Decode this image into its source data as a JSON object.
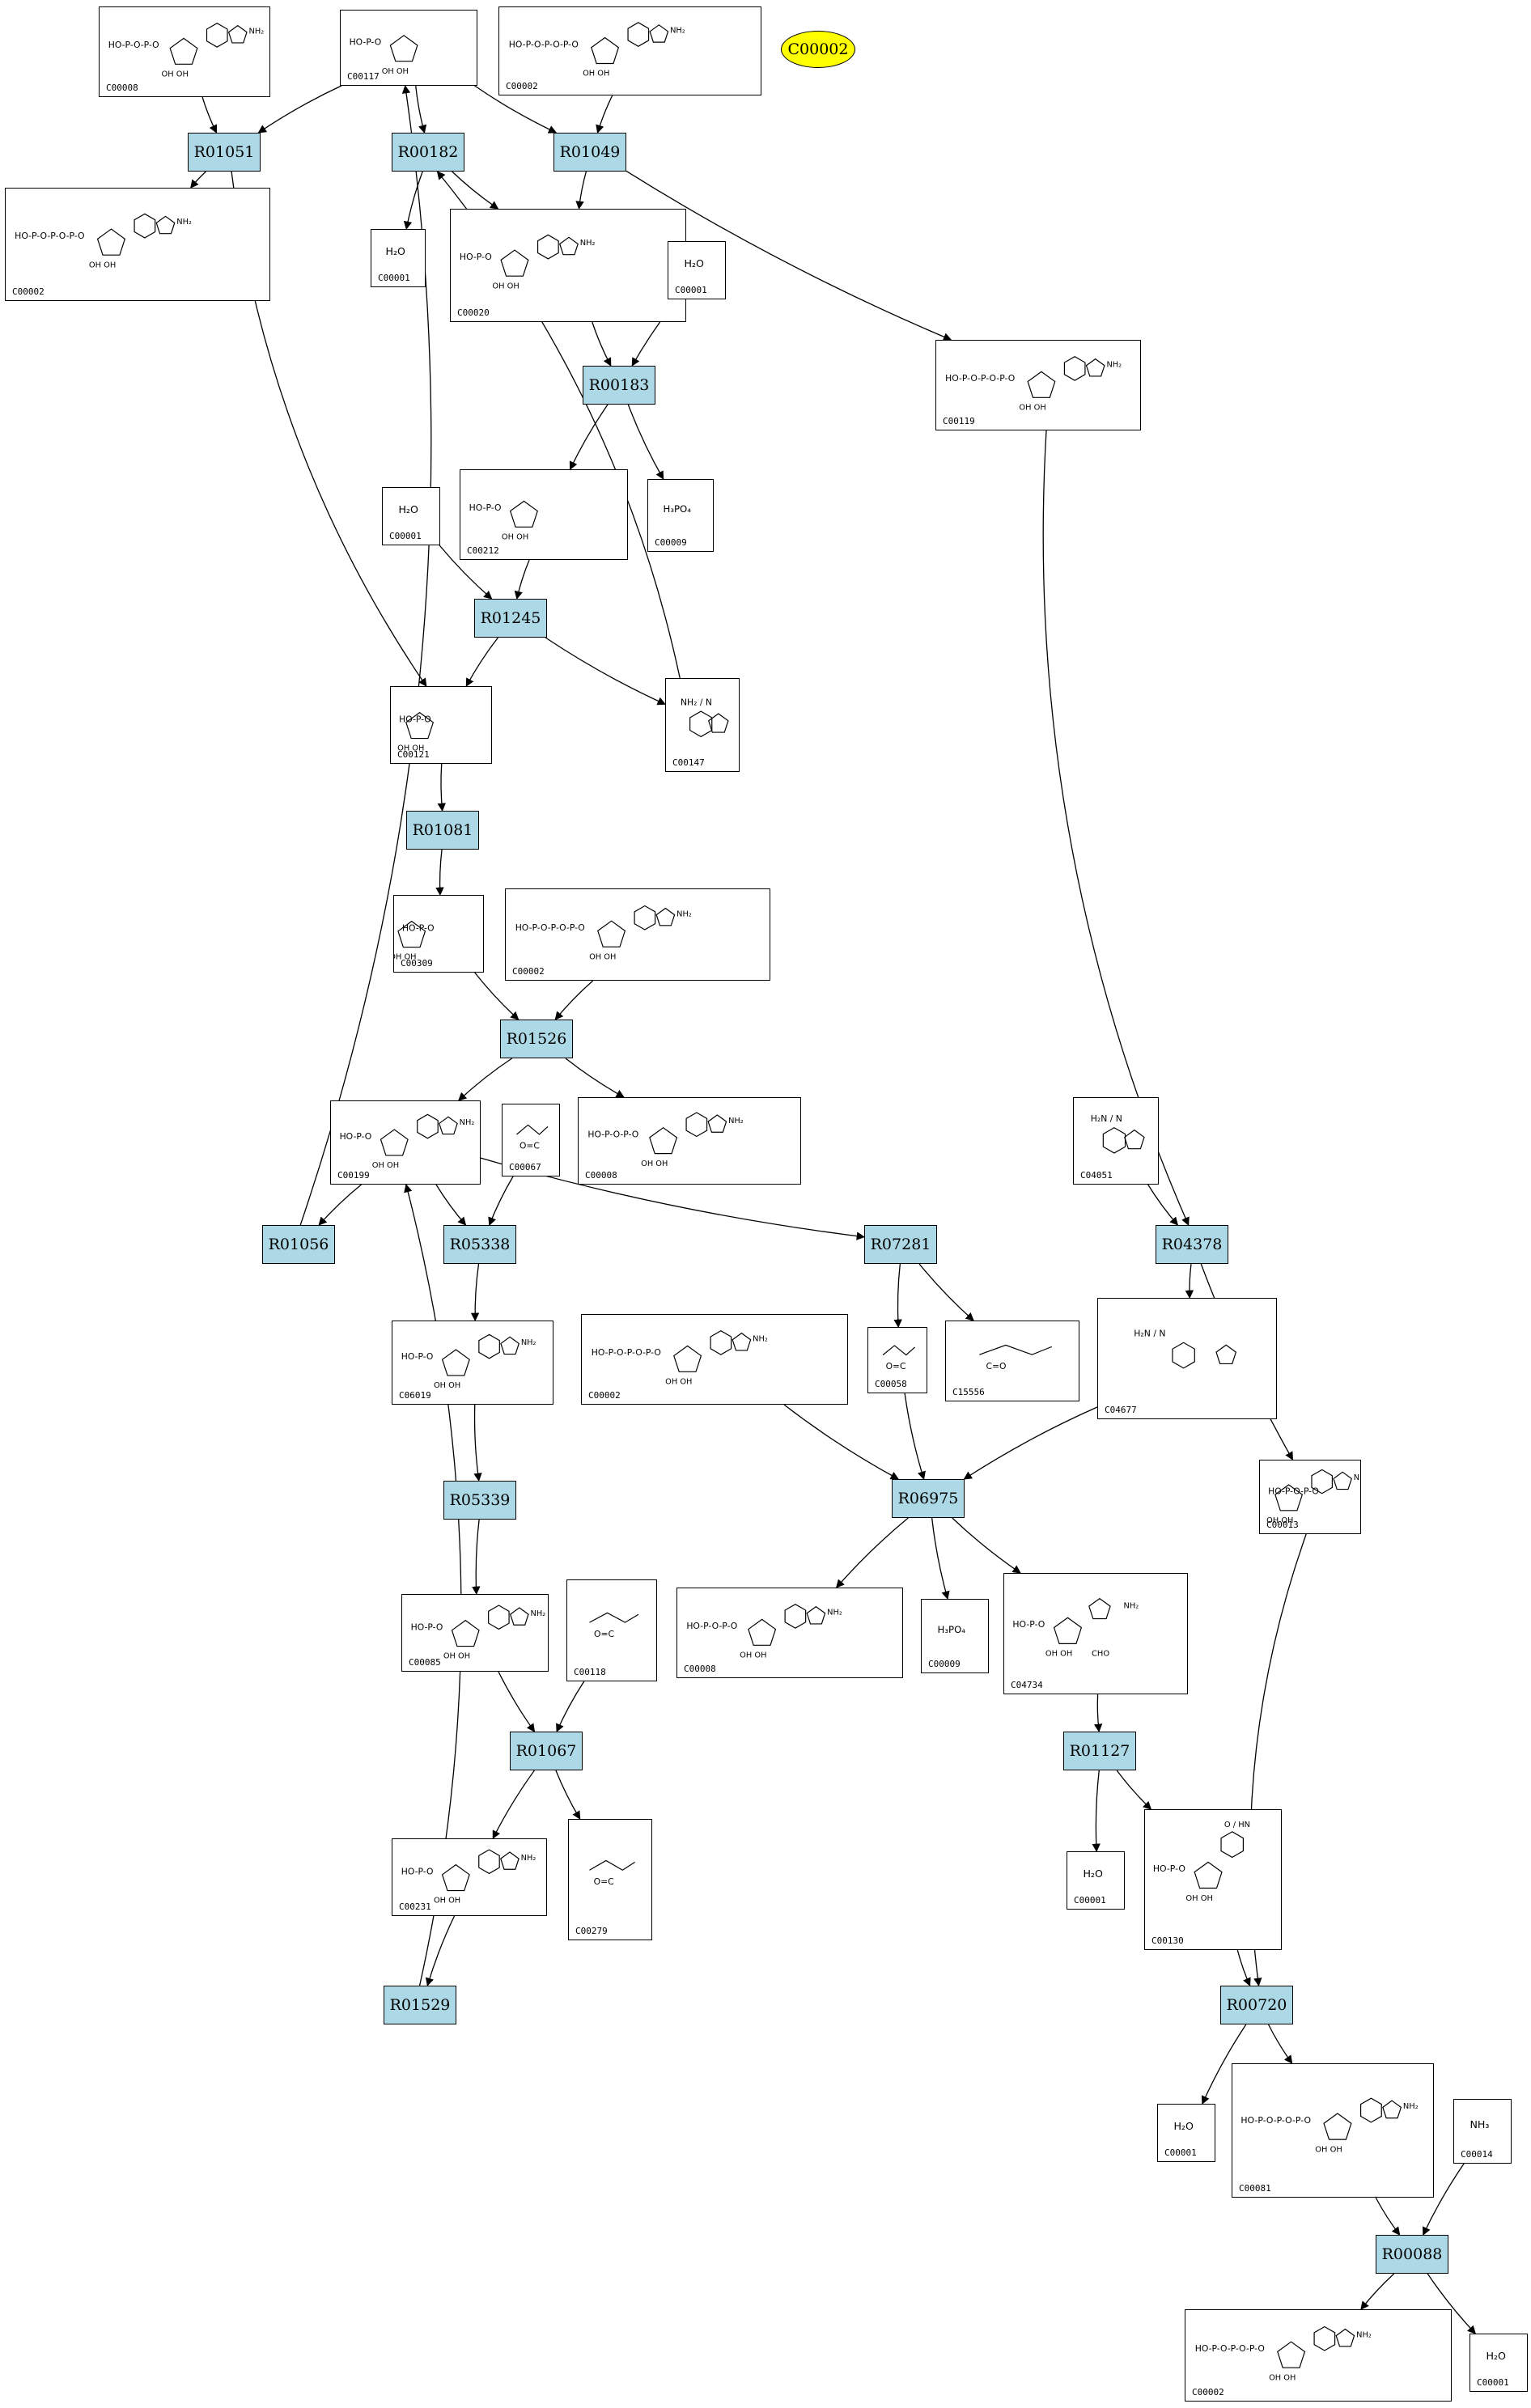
{
  "colors": {
    "reaction_fill": "#add8e6",
    "highlight_fill": "#ffff00",
    "edge": "#000000"
  },
  "highlight": {
    "label": "C00002"
  },
  "structure_text": {
    "adp": "HO-P-O-P-O",
    "atp": "HO-P-O-P-O-P-O",
    "amp": "HO-P-O",
    "water": "H₂O",
    "phosphate": "H₃PO₄",
    "sugar": "OH  OH",
    "nh2": "NH₂",
    "ammonia": "NH₃",
    "aldehyde": "O=C",
    "keto": "C=O",
    "adenine": "NH₂ / N",
    "imidazole": "H₂N / N",
    "hypox": "O / HN",
    "formamido": "CHO"
  },
  "compounds": [
    {
      "id": "c1",
      "label": "C00008",
      "kind": "adp"
    },
    {
      "id": "c2",
      "label": "C00117",
      "kind": "sugar"
    },
    {
      "id": "c3",
      "label": "C00002",
      "kind": "atp"
    },
    {
      "id": "c4",
      "label": "C00002",
      "kind": "atp"
    },
    {
      "id": "c5",
      "label": "C00001",
      "kind": "water"
    },
    {
      "id": "c6",
      "label": "C00020",
      "kind": "amp"
    },
    {
      "id": "c7",
      "label": "C00001",
      "kind": "water"
    },
    {
      "id": "c8",
      "label": "C00119",
      "kind": "atp"
    },
    {
      "id": "c9",
      "label": "C00212",
      "kind": "sugar"
    },
    {
      "id": "c10",
      "label": "C00009",
      "kind": "phosphate"
    },
    {
      "id": "c11",
      "label": "C00001",
      "kind": "water"
    },
    {
      "id": "c12",
      "label": "C00121",
      "kind": "sugar"
    },
    {
      "id": "c13",
      "label": "C00147",
      "kind": "adenine"
    },
    {
      "id": "c14",
      "label": "C00309",
      "kind": "sugar"
    },
    {
      "id": "c15",
      "label": "C00002",
      "kind": "atp"
    },
    {
      "id": "c16",
      "label": "C00199",
      "kind": "amp"
    },
    {
      "id": "c17",
      "label": "C00067",
      "kind": "aldehyde"
    },
    {
      "id": "c18",
      "label": "C00008",
      "kind": "adp"
    },
    {
      "id": "c19",
      "label": "C04051",
      "kind": "imidazole"
    },
    {
      "id": "c20",
      "label": "C06019",
      "kind": "amp"
    },
    {
      "id": "c21",
      "label": "C00002",
      "kind": "atp"
    },
    {
      "id": "c22",
      "label": "C00058",
      "kind": "aldehyde"
    },
    {
      "id": "c23",
      "label": "C15556",
      "kind": "keto"
    },
    {
      "id": "c24",
      "label": "C04677",
      "kind": "imidazole"
    },
    {
      "id": "c25",
      "label": "C00013",
      "kind": "adp"
    },
    {
      "id": "c26",
      "label": "C00085",
      "kind": "amp"
    },
    {
      "id": "c27",
      "label": "C00118",
      "kind": "aldehyde"
    },
    {
      "id": "c28",
      "label": "C00008",
      "kind": "adp"
    },
    {
      "id": "c29",
      "label": "C00009",
      "kind": "phosphate"
    },
    {
      "id": "c30",
      "label": "C04734",
      "kind": "formamido"
    },
    {
      "id": "c31",
      "label": "C00231",
      "kind": "amp"
    },
    {
      "id": "c32",
      "label": "C00279",
      "kind": "aldehyde"
    },
    {
      "id": "c33",
      "label": "C00001",
      "kind": "water"
    },
    {
      "id": "c34",
      "label": "C00130",
      "kind": "hypox"
    },
    {
      "id": "c35",
      "label": "C00001",
      "kind": "water"
    },
    {
      "id": "c36",
      "label": "C00081",
      "kind": "atp"
    },
    {
      "id": "c37",
      "label": "C00014",
      "kind": "ammonia"
    },
    {
      "id": "c38",
      "label": "C00002",
      "kind": "atp"
    },
    {
      "id": "c39",
      "label": "C00001",
      "kind": "water"
    }
  ],
  "reactions": [
    {
      "id": "r1",
      "label": "R01051"
    },
    {
      "id": "r2",
      "label": "R00182"
    },
    {
      "id": "r3",
      "label": "R01049"
    },
    {
      "id": "r4",
      "label": "R00183"
    },
    {
      "id": "r5",
      "label": "R01245"
    },
    {
      "id": "r6",
      "label": "R01081"
    },
    {
      "id": "r7",
      "label": "R01526"
    },
    {
      "id": "r8",
      "label": "R01056"
    },
    {
      "id": "r9",
      "label": "R05338"
    },
    {
      "id": "r10",
      "label": "R07281"
    },
    {
      "id": "r11",
      "label": "R04378"
    },
    {
      "id": "r12",
      "label": "R06975"
    },
    {
      "id": "r13",
      "label": "R05339"
    },
    {
      "id": "r14",
      "label": "R01067"
    },
    {
      "id": "r15",
      "label": "R01127"
    },
    {
      "id": "r16",
      "label": "R01529"
    },
    {
      "id": "r17",
      "label": "R00720"
    },
    {
      "id": "r18",
      "label": "R00088"
    }
  ],
  "edges": [
    [
      "c1",
      "r1"
    ],
    [
      "c2",
      "r1"
    ],
    [
      "r1",
      "c4"
    ],
    [
      "r1",
      "c12"
    ],
    [
      "c2",
      "r2"
    ],
    [
      "r2",
      "c5"
    ],
    [
      "r2",
      "c6"
    ],
    [
      "c2",
      "r3"
    ],
    [
      "c3",
      "r3"
    ],
    [
      "r3",
      "c6"
    ],
    [
      "r3",
      "c8"
    ],
    [
      "c6",
      "r4"
    ],
    [
      "c7",
      "r4"
    ],
    [
      "r4",
      "c9"
    ],
    [
      "r4",
      "c10"
    ],
    [
      "c9",
      "r5"
    ],
    [
      "c11",
      "r5"
    ],
    [
      "r5",
      "c12"
    ],
    [
      "r5",
      "c13"
    ],
    [
      "c13",
      "r2"
    ],
    [
      "c12",
      "r6"
    ],
    [
      "r6",
      "c14"
    ],
    [
      "c14",
      "r7"
    ],
    [
      "c15",
      "r7"
    ],
    [
      "r7",
      "c16"
    ],
    [
      "r7",
      "c18"
    ],
    [
      "c16",
      "r8"
    ],
    [
      "r8",
      "c2"
    ],
    [
      "c16",
      "r9"
    ],
    [
      "c17",
      "r9"
    ],
    [
      "r9",
      "c20"
    ],
    [
      "c16",
      "r10"
    ],
    [
      "r10",
      "c22"
    ],
    [
      "r10",
      "c23"
    ],
    [
      "c8",
      "r11"
    ],
    [
      "c19",
      "r11"
    ],
    [
      "r11",
      "c24"
    ],
    [
      "r11",
      "c25"
    ],
    [
      "c21",
      "r12"
    ],
    [
      "c22",
      "r12"
    ],
    [
      "c24",
      "r12"
    ],
    [
      "r12",
      "c28"
    ],
    [
      "r12",
      "c29"
    ],
    [
      "r12",
      "c30"
    ],
    [
      "c20",
      "r13"
    ],
    [
      "r13",
      "c26"
    ],
    [
      "c26",
      "r14"
    ],
    [
      "c27",
      "r14"
    ],
    [
      "r14",
      "c31"
    ],
    [
      "r14",
      "c32"
    ],
    [
      "c30",
      "r15"
    ],
    [
      "r15",
      "c33"
    ],
    [
      "r15",
      "c34"
    ],
    [
      "c31",
      "r16"
    ],
    [
      "r16",
      "c16"
    ],
    [
      "c34",
      "r17"
    ],
    [
      "c25",
      "r17"
    ],
    [
      "r17",
      "c35"
    ],
    [
      "r17",
      "c36"
    ],
    [
      "c36",
      "r18"
    ],
    [
      "c37",
      "r18"
    ],
    [
      "r18",
      "c38"
    ],
    [
      "r18",
      "c39"
    ]
  ]
}
